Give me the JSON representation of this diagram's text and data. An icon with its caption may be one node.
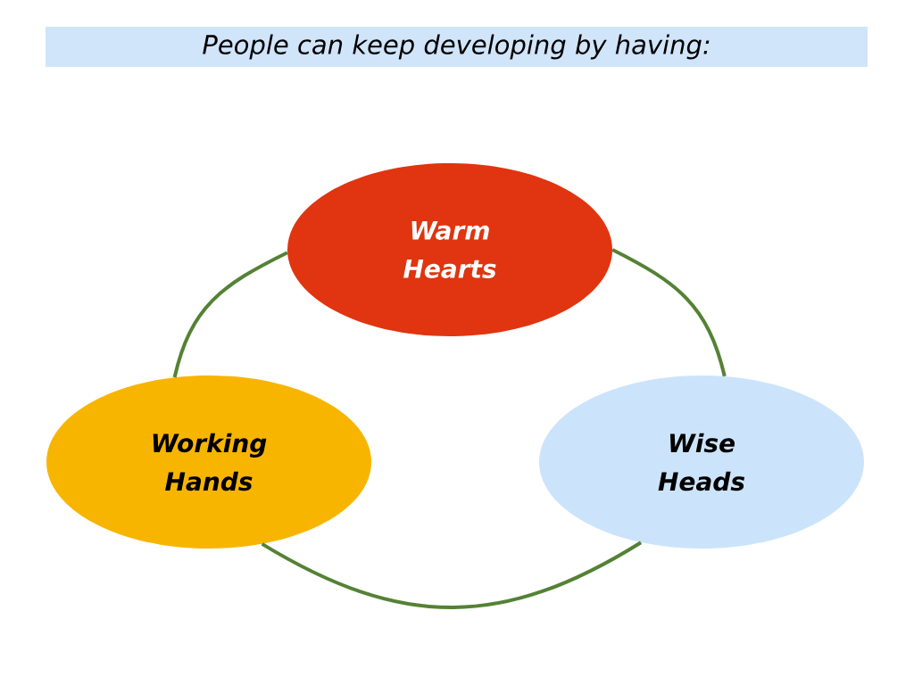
{
  "diagram": {
    "title": "People can keep developing by having:",
    "nodes": [
      {
        "text": [
          "Warm Hearts"
        ]
      },
      {
        "text": [
          "Working Hands"
        ]
      },
      {
        "text": [
          "Wise Heads"
        ]
      }
    ],
    "edges": [
      {
        "from": 0,
        "to": 2,
        "arrow": "none"
      },
      {
        "from": 2,
        "to": 1,
        "arrow": "none"
      },
      {
        "from": 1,
        "to": 0,
        "arrow": "none"
      }
    ]
  }
}
